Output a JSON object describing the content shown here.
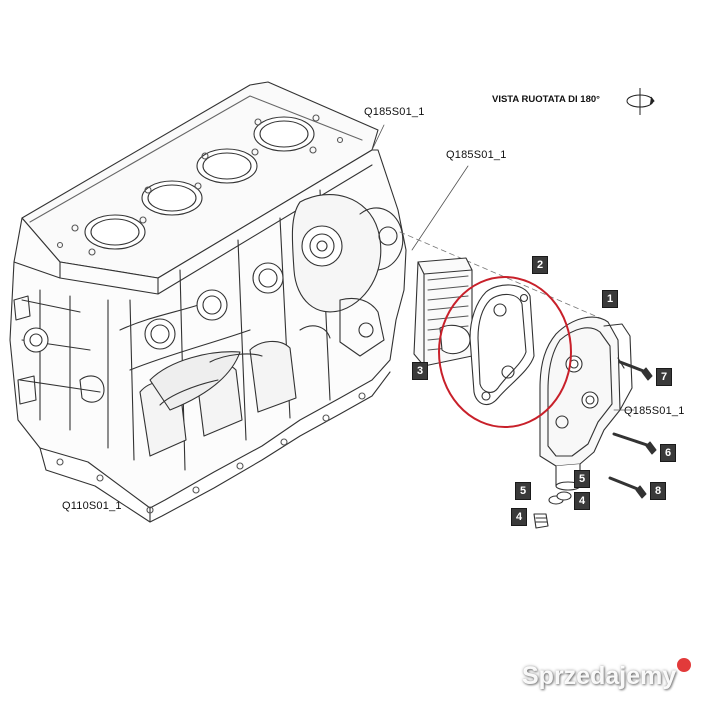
{
  "view_note": "VISTA RUOTATA DI 180°",
  "refs": {
    "block": "Q110S01_1",
    "top_a": "Q185S01_1",
    "top_b": "Q185S01_1",
    "right": "Q185S01_1"
  },
  "callouts": {
    "c1": "1",
    "c2": "2",
    "c3": "3",
    "c4a": "4",
    "c4b": "4",
    "c5a": "5",
    "c5b": "5",
    "c6": "6",
    "c7": "7",
    "c8": "8"
  },
  "highlight_color": "#c8202a",
  "watermark": "Sprzedajemy"
}
